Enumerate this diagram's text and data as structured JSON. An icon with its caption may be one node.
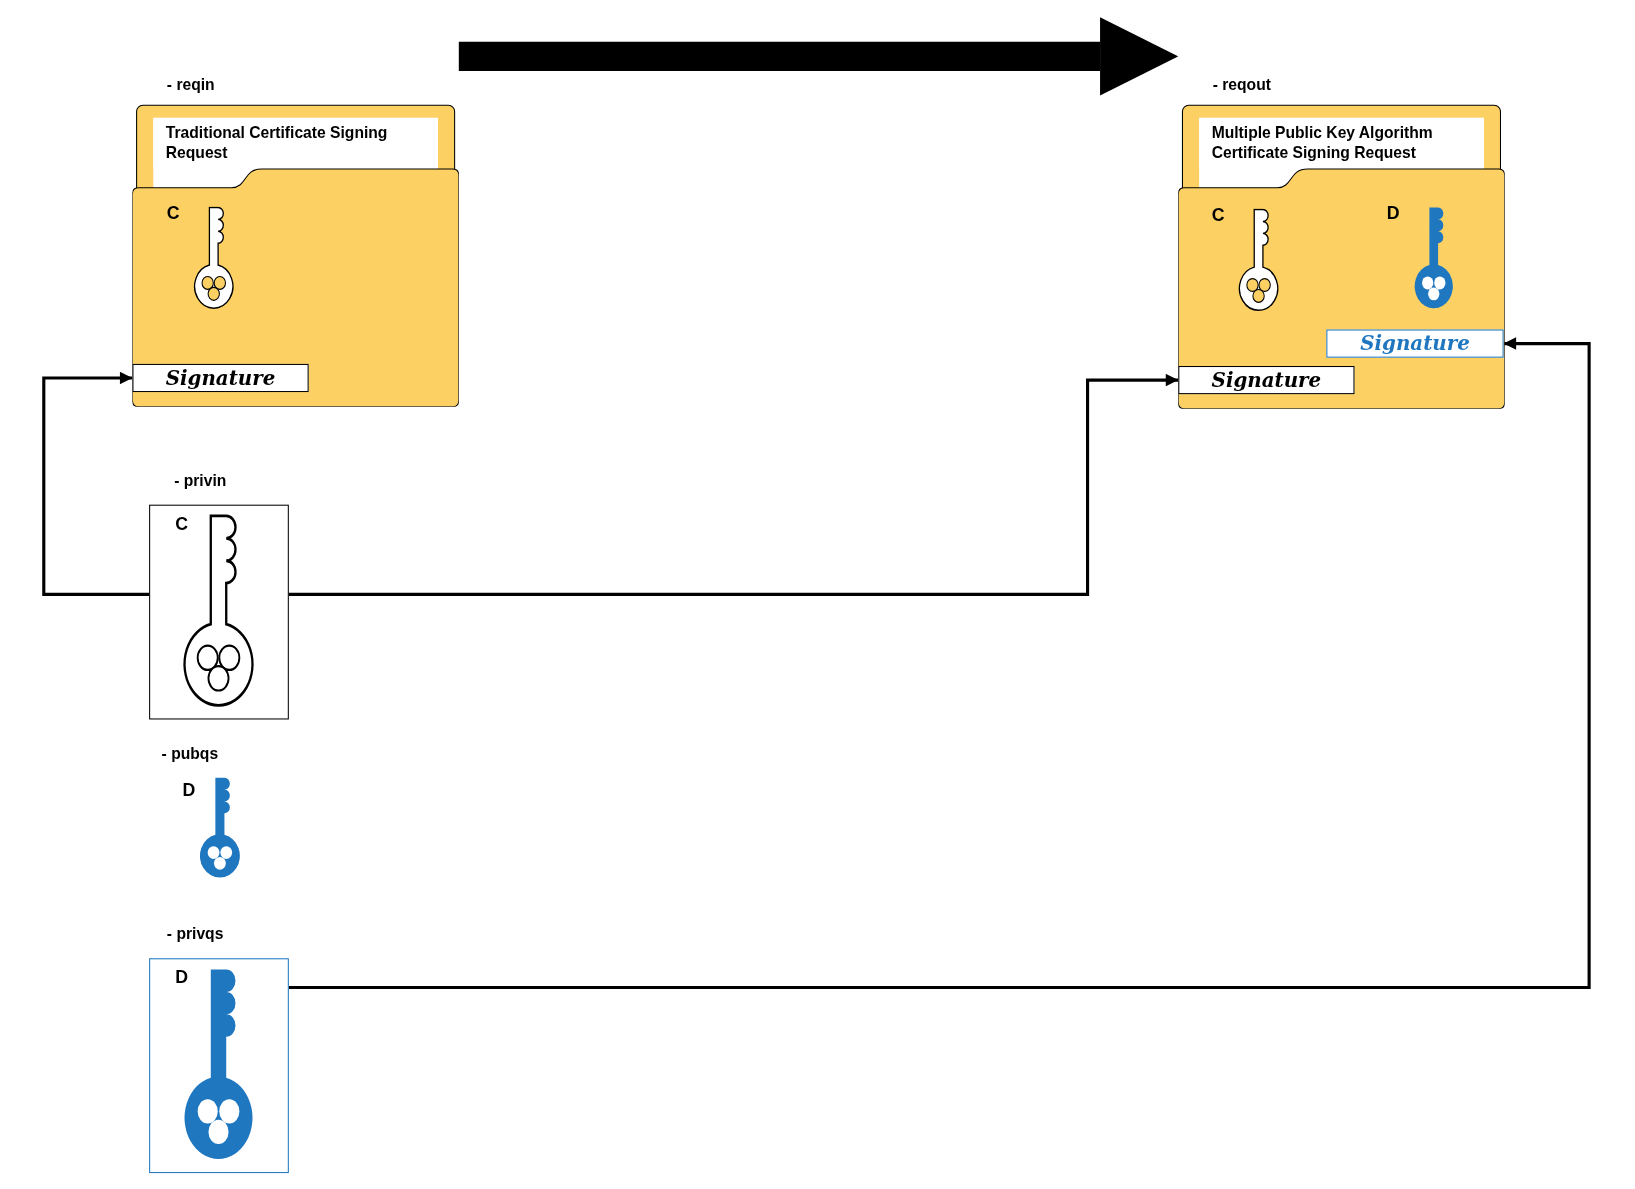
{
  "diagram": {
    "nodes": [
      {
        "text": [
          "- reqin",
          "Traditional Certificate Signing Request"
        ]
      },
      {
        "text": [
          "C"
        ],
        "in": 0
      },
      {
        "text": [
          "Signature"
        ],
        "in": 0
      },
      {
        "text": [
          "- reqout",
          "Multiple Public Key Algorithm Certificate Signing Request"
        ]
      },
      {
        "text": [
          "C"
        ],
        "in": 3
      },
      {
        "text": [
          "D"
        ],
        "in": 3
      },
      {
        "text": [
          "Signature"
        ],
        "in": 3
      },
      {
        "text": [
          "Signature"
        ],
        "in": 3
      },
      {
        "text": [
          "- privin",
          "C"
        ]
      },
      {
        "text": [
          "- pubqs",
          "D"
        ]
      },
      {
        "text": [
          "- privqs",
          "D"
        ]
      }
    ],
    "edges": [
      {
        "from": 0,
        "to": 3,
        "arrow": "to",
        "style": "thick"
      },
      {
        "from": 8,
        "to": 2,
        "arrow": "to"
      },
      {
        "from": 8,
        "to": 7,
        "arrow": "to"
      },
      {
        "from": 10,
        "to": 6,
        "arrow": "to"
      }
    ]
  }
}
